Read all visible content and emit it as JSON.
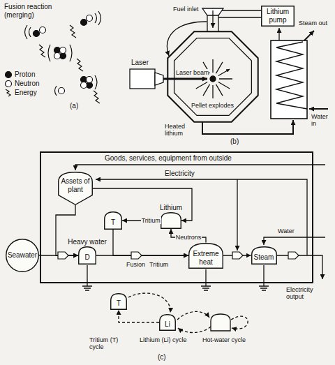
{
  "diagram": {
    "nodes": [
      {
        "text": [
          "Lithium pump"
        ]
      },
      {
        "text": [
          "Assets of plant"
        ]
      },
      {
        "text": [
          "T"
        ]
      },
      {
        "text": [
          "Lithium"
        ]
      },
      {
        "text": [
          "Heavy water",
          "D"
        ]
      },
      {
        "text": [
          "Seawater"
        ]
      },
      {
        "text": [
          "Extreme heat"
        ]
      },
      {
        "text": [
          "Steam"
        ]
      },
      {
        "text": [
          "T"
        ]
      },
      {
        "text": [
          "Li"
        ]
      }
    ],
    "edges": [
      {
        "from": 5,
        "to": 4,
        "arrow": "to"
      },
      {
        "from": 4,
        "to": 6,
        "arrow": "to"
      },
      {
        "from": 2,
        "to": 6,
        "arrow": "to"
      },
      {
        "from": 6,
        "to": 3,
        "label": "Neutrons",
        "arrow": "to"
      },
      {
        "from": 3,
        "to": 2,
        "label": "Tritium",
        "arrow": "to"
      },
      {
        "from": 6,
        "to": 7,
        "arrow": "to"
      },
      {
        "from": 1,
        "to": 4,
        "arrow": "to"
      },
      {
        "from": 1,
        "to": 3,
        "arrow": "to"
      },
      {
        "from": 9,
        "to": 8,
        "arrow": "to"
      }
    ],
    "labels": [
      "Fusion reaction (merging)",
      "(a)",
      "Fuel inlet",
      "Steam out",
      "Laser",
      "Laser beam",
      "Pellet explodes",
      "Water in",
      "Heated lithium",
      "(b)",
      "Goods, services, equipment from outside",
      "Electricity",
      "Water",
      "Fusion",
      "Tritium",
      "Electricity output",
      "Tritium (T) cycle",
      "Lithium (Li) cycle",
      "Hot-water cycle",
      "(c)"
    ],
    "legend": [
      {
        "text": "Proton"
      },
      {
        "text": "Neutron"
      },
      {
        "text": "Energy"
      }
    ]
  }
}
